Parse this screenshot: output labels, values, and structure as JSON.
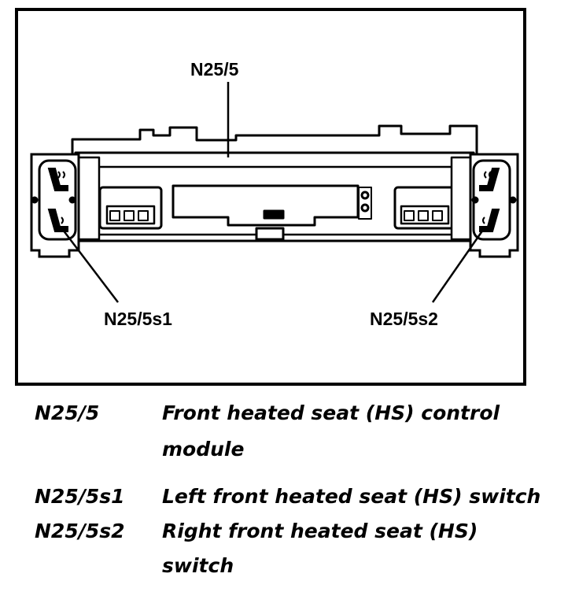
{
  "callouts": {
    "module": "N25/5",
    "left_switch": "N25/5s1",
    "right_switch": "N25/5s2"
  },
  "legend": [
    {
      "code": "N25/5",
      "lines": [
        "Front heated seat (HS) control",
        "module"
      ]
    },
    {
      "code": "N25/5s1",
      "lines": [
        "Left front heated seat (HS) switch"
      ]
    },
    {
      "code": "N25/5s2",
      "lines": [
        "Right front heated seat (HS)",
        "switch"
      ]
    }
  ],
  "colors": {
    "ink": "#000000",
    "paper": "#ffffff"
  }
}
